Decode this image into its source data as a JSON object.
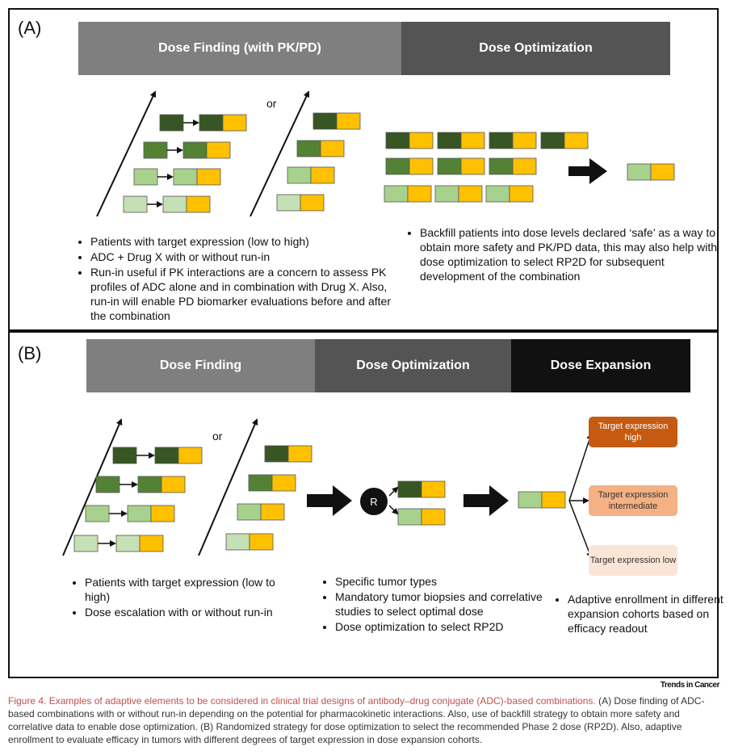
{
  "panelA": {
    "label": "(A)",
    "phases": [
      "Dose Finding (with PK/PD)",
      "Dose Optimization"
    ],
    "or_label": "or",
    "left_bullets": [
      "Patients with target expression (low to high)",
      "ADC + Drug X with or without run-in",
      "Run-in useful if PK interactions are a concern to assess PK profiles of ADC alone and in combination with Drug X. Also, run-in will enable PD biomarker evaluations before and after the combination"
    ],
    "right_bullets": [
      "Backfill patients into dose levels declared ‘safe’ as a way to obtain more safety and PK/PD data, this may also help with dose optimization to select RP2D for subsequent development of the combination"
    ]
  },
  "panelB": {
    "label": "(B)",
    "phases": [
      "Dose Finding",
      "Dose Optimization",
      "Dose Expansion"
    ],
    "or_label": "or",
    "randomize_label": "R",
    "left_bullets": [
      "Patients with target expression (low to high)",
      "Dose escalation with or without run-in"
    ],
    "middle_bullets": [
      "Specific tumor types",
      "Mandatory tumor biopsies and correlative studies to select optimal dose",
      "Dose optimization to select RP2D"
    ],
    "right_bullets": [
      "Adaptive enrollment in different expansion cohorts based on efficacy readout"
    ],
    "expansion_cohorts": [
      {
        "label": "Target expression high",
        "color": "#c55a11"
      },
      {
        "label": "Target expression intermediate",
        "color": "#f4b183"
      },
      {
        "label": "Target expression low",
        "color": "#fbe5d6"
      }
    ]
  },
  "colors": {
    "green_dark": "#375623",
    "green_mid": "#548235",
    "green_light": "#a9d18e",
    "green_pale": "#c5e0b4",
    "gold": "#ffc000"
  },
  "source": "Trends in Cancer",
  "caption": {
    "title": "Figure 4. Examples of adaptive elements to be considered in clinical trial designs of antibody–drug conjugate (ADC)-based combinations.",
    "body": "(A) Dose finding of ADC-based combinations with or without run-in depending on the potential for pharmacokinetic interactions. Also, use of backfill strategy to obtain more safety and correlative data to enable dose optimization. (B) Randomized strategy for dose optimization to select the recommended Phase 2 dose (RP2D). Also, adaptive enrollment to evaluate efficacy in tumors with different degrees of target expression in dose expansion cohorts."
  }
}
